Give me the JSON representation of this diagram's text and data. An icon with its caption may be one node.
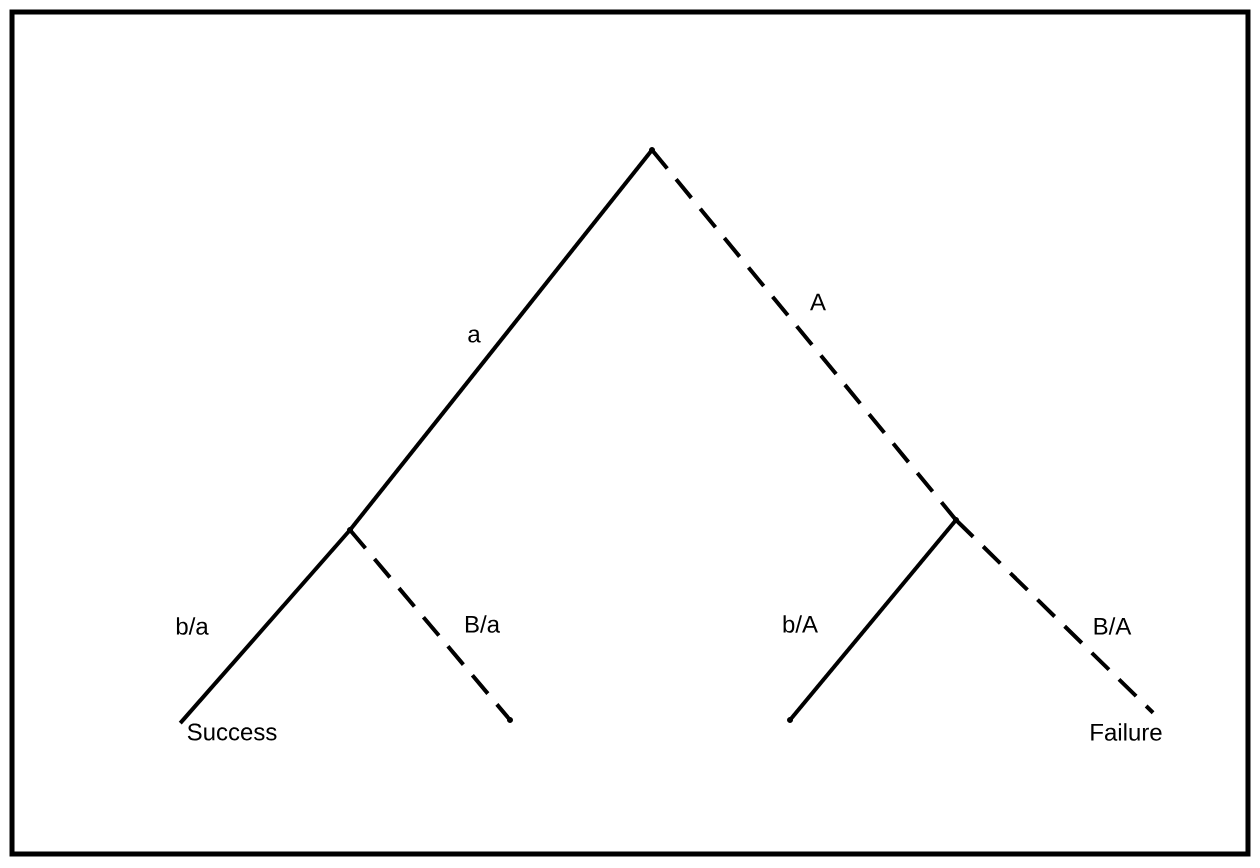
{
  "diagram": {
    "nodes": [
      {
        "text": [],
        "shape": "point"
      },
      {
        "text": [],
        "shape": "point"
      },
      {
        "text": [],
        "shape": "point"
      },
      {
        "text": [
          "Success"
        ]
      },
      {
        "text": [],
        "shape": "point"
      },
      {
        "text": [],
        "shape": "point"
      },
      {
        "text": [
          "Failure"
        ]
      }
    ],
    "edges": [
      {
        "from": 0,
        "to": 1,
        "arrow": "none",
        "label": "a"
      },
      {
        "from": 0,
        "to": 2,
        "arrow": "none",
        "label": "A",
        "style": "dashed"
      },
      {
        "from": 1,
        "to": 3,
        "arrow": "none",
        "label": "b/a"
      },
      {
        "from": 1,
        "to": 4,
        "arrow": "none",
        "label": "B/a",
        "style": "dashed"
      },
      {
        "from": 2,
        "to": 5,
        "arrow": "none",
        "label": "b/A"
      },
      {
        "from": 2,
        "to": 6,
        "arrow": "none",
        "label": "B/A",
        "style": "dashed"
      }
    ]
  }
}
